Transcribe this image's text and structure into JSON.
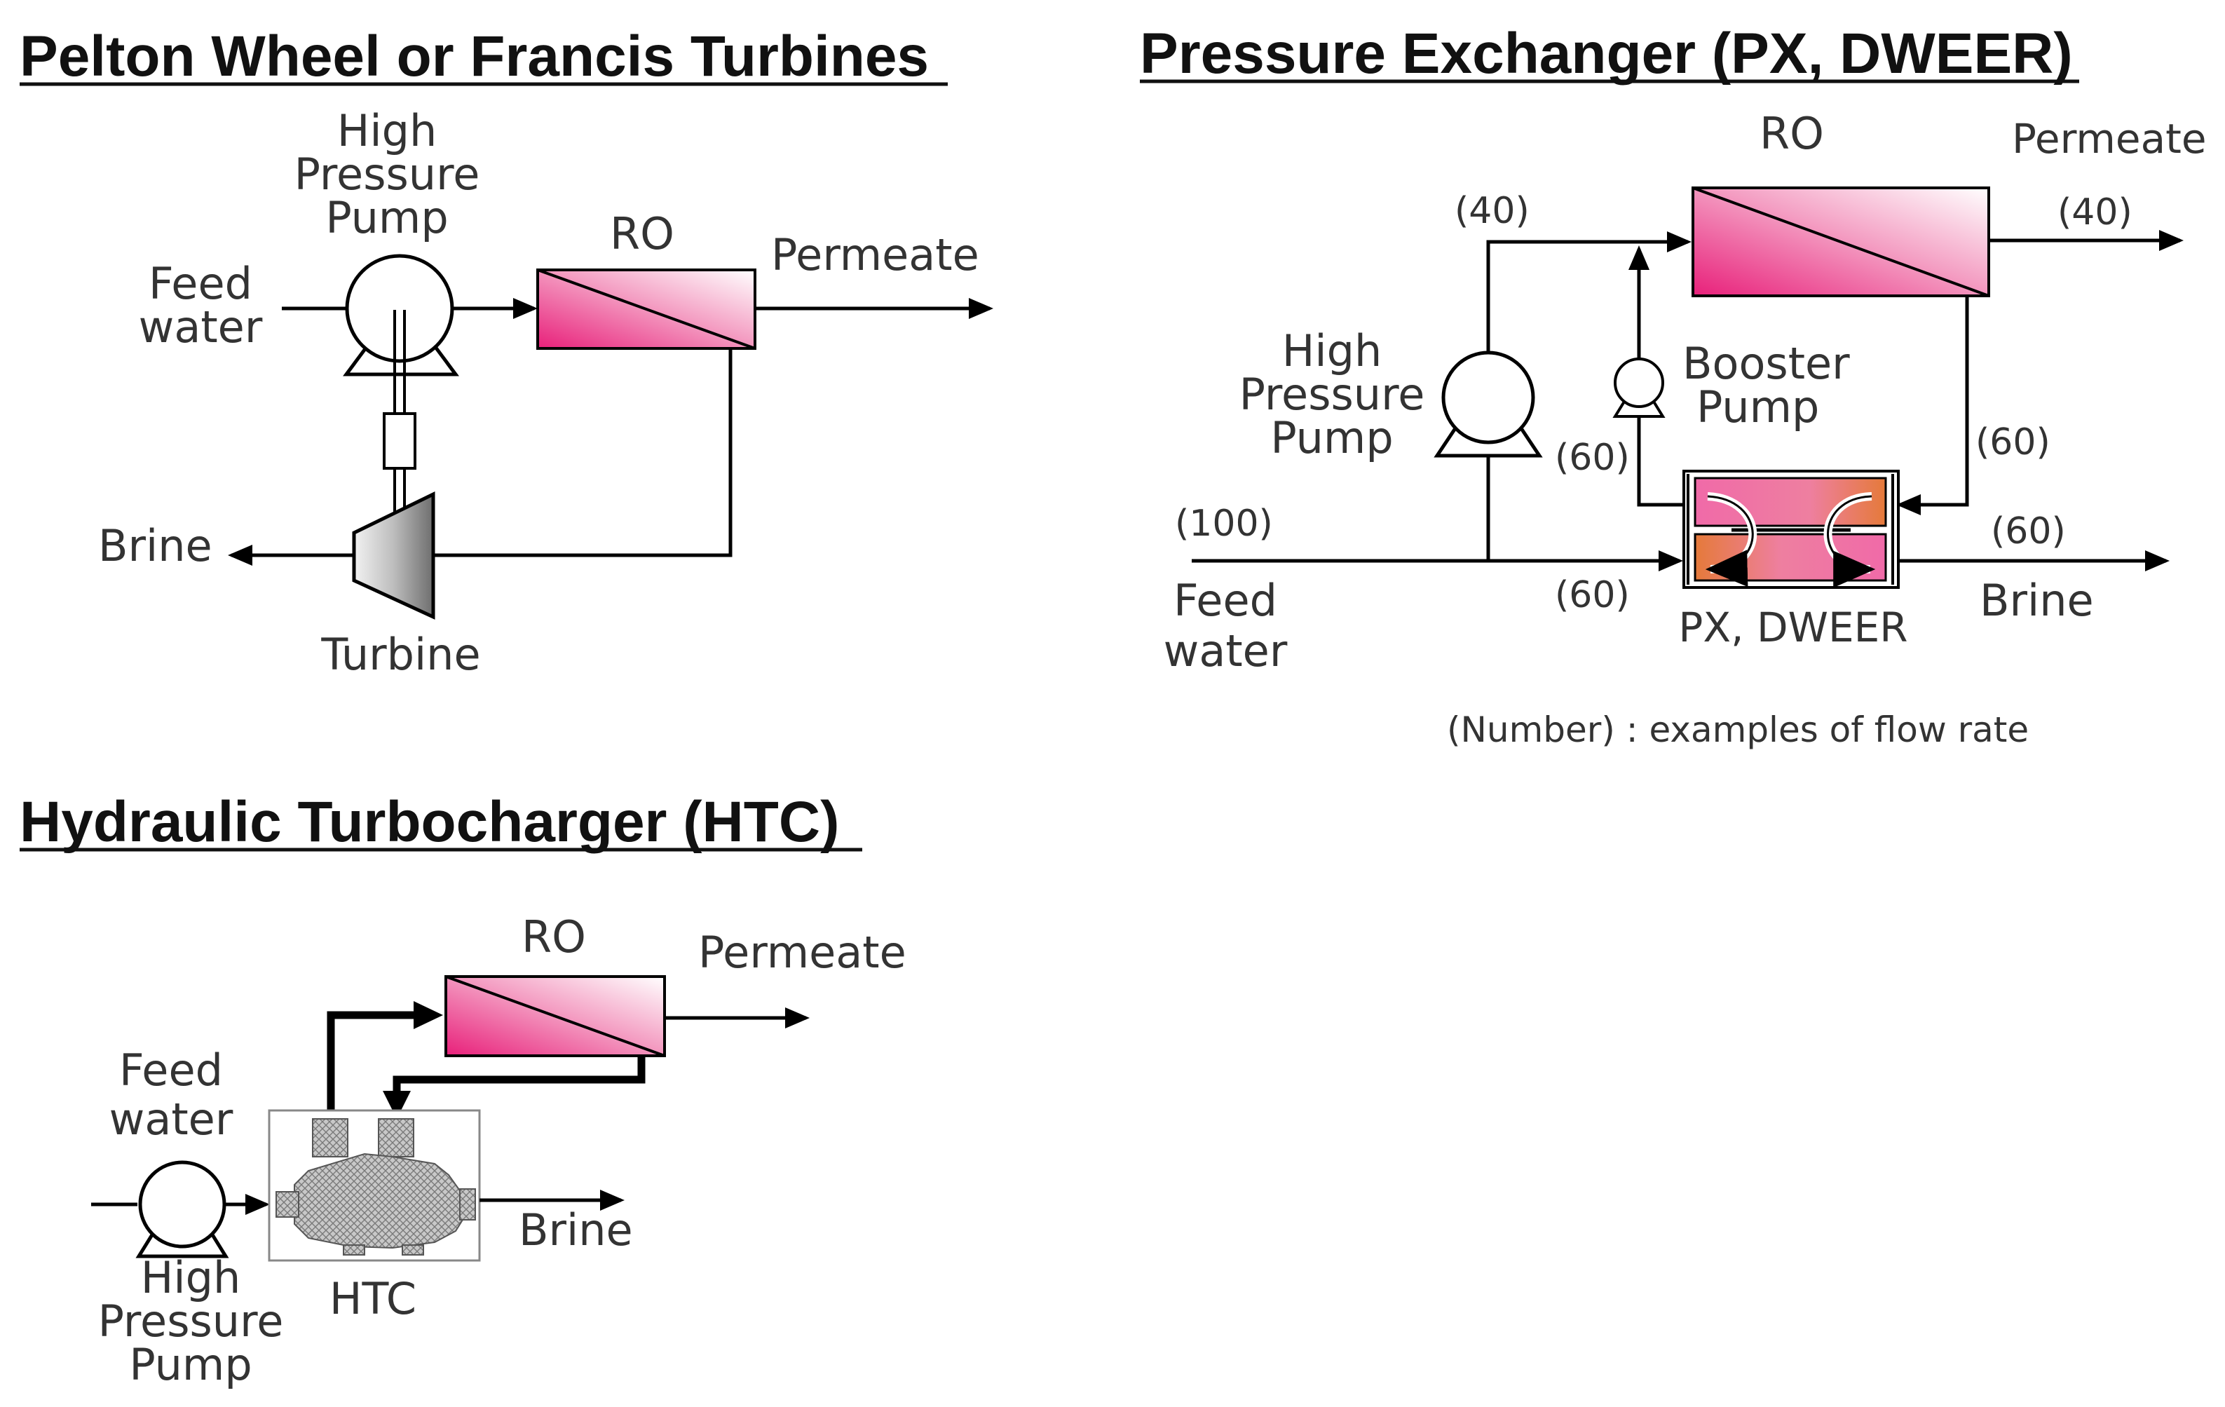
{
  "pelton": {
    "title": "Pelton Wheel or Francis Turbines",
    "hp_line1": "High",
    "hp_line2": "Pressure",
    "hp_line3": "Pump",
    "ro": "RO",
    "permeate": "Permeate",
    "feed_line1": "Feed",
    "feed_line2": "water",
    "brine": "Brine",
    "turbine": "Turbine"
  },
  "px": {
    "title": "Pressure Exchanger (PX, DWEER)",
    "ro": "RO",
    "permeate": "Permeate",
    "permeate_flow": "(40)",
    "hp_flow": "(40)",
    "hp_line1": "High",
    "hp_line2": "Pressure",
    "hp_line3": "Pump",
    "booster_line1": "Booster",
    "booster_line2": "Pump",
    "booster_flow": "(60)",
    "reject_flow": "(60)",
    "feed_flow": "(100)",
    "feed_line1": "Feed",
    "feed_line2": "water",
    "px_feed_flow": "(60)",
    "brine_flow": "(60)",
    "brine": "Brine",
    "device": "PX, DWEER",
    "note": "(Number) : examples of flow rate"
  },
  "htc": {
    "title": "Hydraulic Turbocharger (HTC)",
    "ro": "RO",
    "permeate": "Permeate",
    "feed_line1": "Feed",
    "feed_line2": "water",
    "brine": "Brine",
    "device": "HTC",
    "hp_line1": "High",
    "hp_line2": "Pressure",
    "hp_line3": "Pump"
  },
  "colors": {
    "membrane_dark": "#e8207a",
    "membrane_light": "#ffffff",
    "px_orange": "#e57a3a",
    "px_pink": "#f06aa8"
  }
}
